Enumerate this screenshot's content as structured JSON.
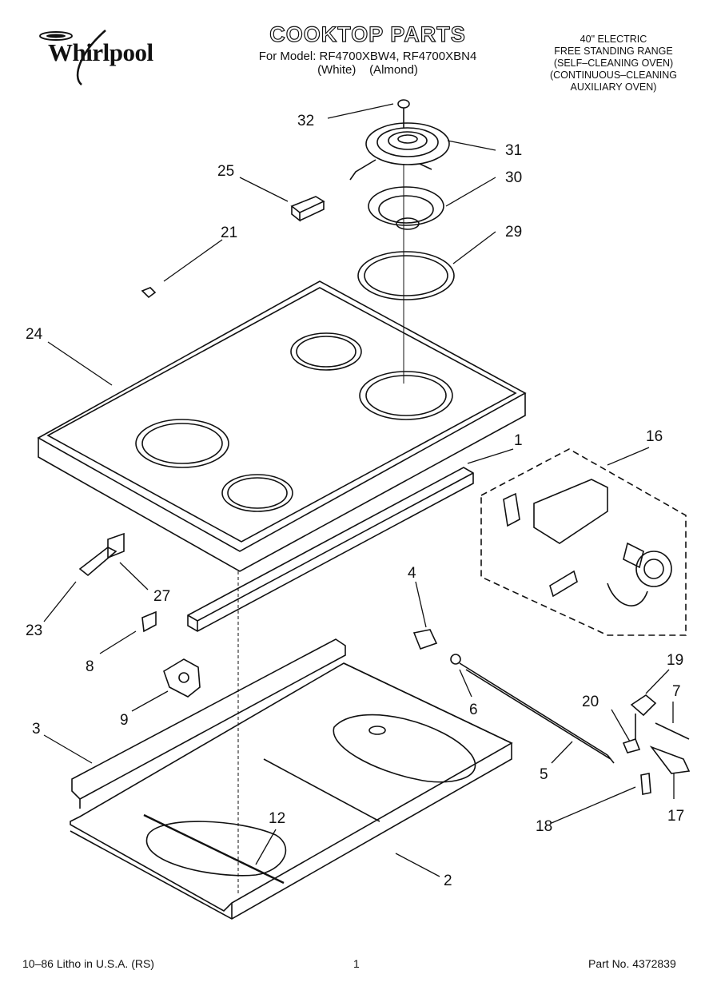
{
  "header": {
    "brand": "Whirlpool",
    "title": "COOKTOP PARTS",
    "model_line": "For Model: RF4700XBW4, RF4700XBN4",
    "color_line": "(White)    (Almond)",
    "right_title": [
      "40\" ELECTRIC",
      "FREE STANDING RANGE",
      "(SELF–CLEANING OVEN)",
      "(CONTINUOUS–CLEANING",
      "AUXILIARY OVEN)"
    ]
  },
  "callouts": [
    "32",
    "31",
    "25",
    "30",
    "21",
    "29",
    "24",
    "1",
    "16",
    "4",
    "27",
    "23",
    "8",
    "19",
    "9",
    "6",
    "7",
    "20",
    "3",
    "5",
    "17",
    "18",
    "12",
    "2"
  ],
  "footer": {
    "left": "10–86 Litho in U.S.A. (RS)",
    "page": "1",
    "part_no": "Part No. 4372839"
  }
}
